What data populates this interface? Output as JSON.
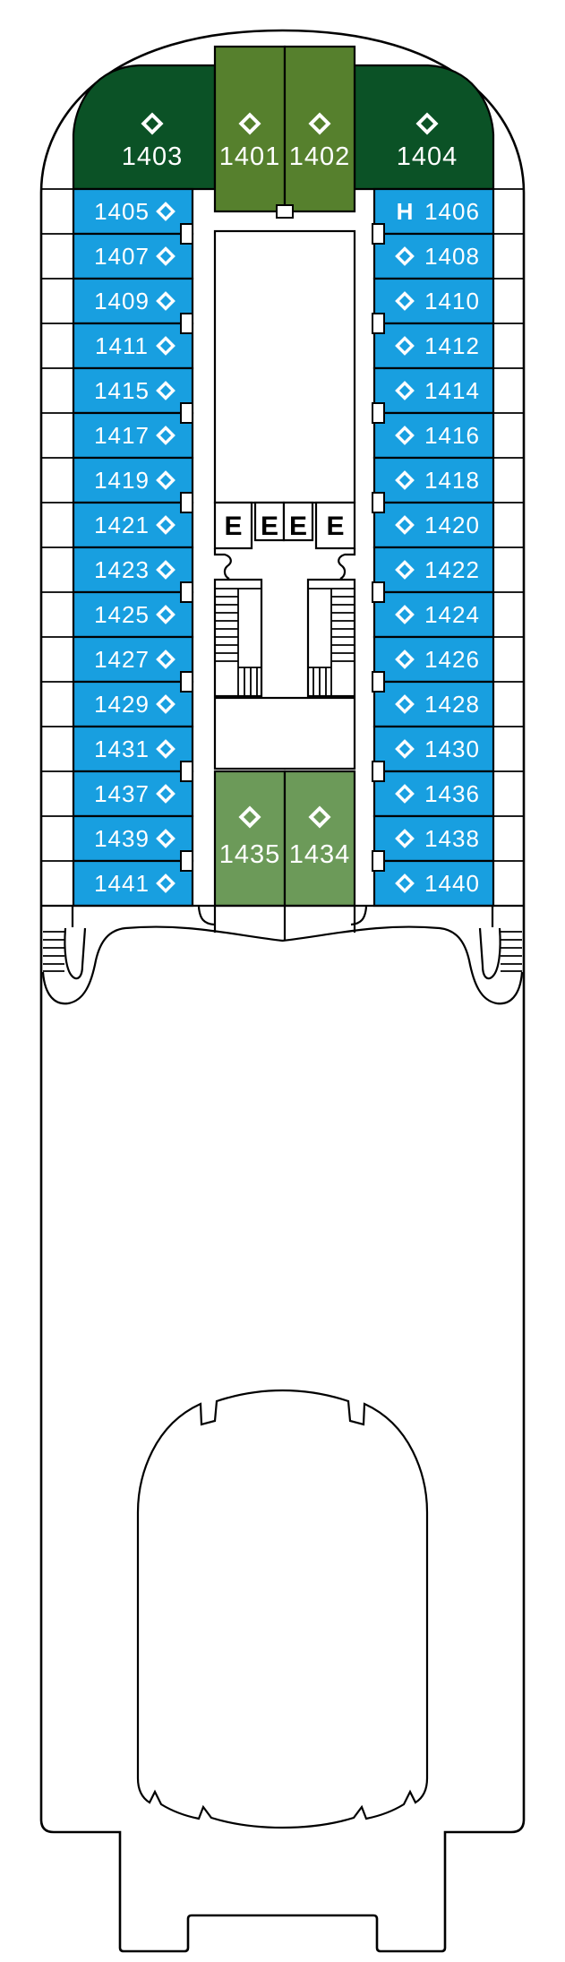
{
  "plan": {
    "type": "cruise-ship-deck-plan",
    "elevator_label": "E",
    "elevator_count": 4,
    "accessible_badge": "H",
    "symbol_legend": {
      "diamond": "cabin-category-symbol"
    },
    "colors": {
      "cabin_blue": "#189FE0",
      "suite_dark_green": "#0B5226",
      "suite_olive_green": "#56802D",
      "suite_sage_green": "#6C9A59",
      "outline_black": "#000000",
      "background": "#FFFFFF"
    },
    "cabins": {
      "bow_suites": [
        {
          "number": "1403",
          "symbol": "diamond"
        },
        {
          "number": "1401",
          "symbol": "diamond"
        },
        {
          "number": "1402",
          "symbol": "diamond"
        },
        {
          "number": "1404",
          "symbol": "diamond"
        }
      ],
      "port_side": [
        {
          "number": "1405",
          "symbol": "diamond"
        },
        {
          "number": "1407",
          "symbol": "diamond"
        },
        {
          "number": "1409",
          "symbol": "diamond"
        },
        {
          "number": "1411",
          "symbol": "diamond"
        },
        {
          "number": "1415",
          "symbol": "diamond"
        },
        {
          "number": "1417",
          "symbol": "diamond"
        },
        {
          "number": "1419",
          "symbol": "diamond"
        },
        {
          "number": "1421",
          "symbol": "diamond"
        },
        {
          "number": "1423",
          "symbol": "diamond"
        },
        {
          "number": "1425",
          "symbol": "diamond"
        },
        {
          "number": "1427",
          "symbol": "diamond"
        },
        {
          "number": "1429",
          "symbol": "diamond"
        },
        {
          "number": "1431",
          "symbol": "diamond"
        },
        {
          "number": "1437",
          "symbol": "diamond"
        },
        {
          "number": "1439",
          "symbol": "diamond"
        },
        {
          "number": "1441",
          "symbol": "diamond"
        }
      ],
      "starboard_side": [
        {
          "number": "1406",
          "symbol": "accessible",
          "badge": "H"
        },
        {
          "number": "1408",
          "symbol": "diamond"
        },
        {
          "number": "1410",
          "symbol": "diamond"
        },
        {
          "number": "1412",
          "symbol": "diamond"
        },
        {
          "number": "1414",
          "symbol": "diamond"
        },
        {
          "number": "1416",
          "symbol": "diamond"
        },
        {
          "number": "1418",
          "symbol": "diamond"
        },
        {
          "number": "1420",
          "symbol": "diamond"
        },
        {
          "number": "1422",
          "symbol": "diamond"
        },
        {
          "number": "1424",
          "symbol": "diamond"
        },
        {
          "number": "1426",
          "symbol": "diamond"
        },
        {
          "number": "1428",
          "symbol": "diamond"
        },
        {
          "number": "1430",
          "symbol": "diamond"
        },
        {
          "number": "1436",
          "symbol": "diamond"
        },
        {
          "number": "1438",
          "symbol": "diamond"
        },
        {
          "number": "1440",
          "symbol": "diamond"
        }
      ],
      "aft_center_suites": [
        {
          "number": "1435",
          "symbol": "diamond"
        },
        {
          "number": "1434",
          "symbol": "diamond"
        }
      ]
    }
  }
}
